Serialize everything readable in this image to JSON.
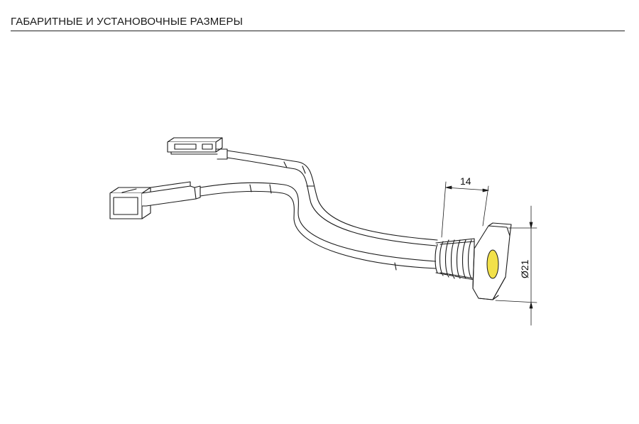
{
  "header": {
    "title": "ГАБАРИТНЫЕ И УСТАНОВОЧНЫЕ РАЗМЕРЫ"
  },
  "dimensions": {
    "width_label": "14",
    "diameter_label": "Ø21"
  },
  "colors": {
    "line": "#1a1a1a",
    "lens": "#f2e14a",
    "body": "#ffffff"
  }
}
